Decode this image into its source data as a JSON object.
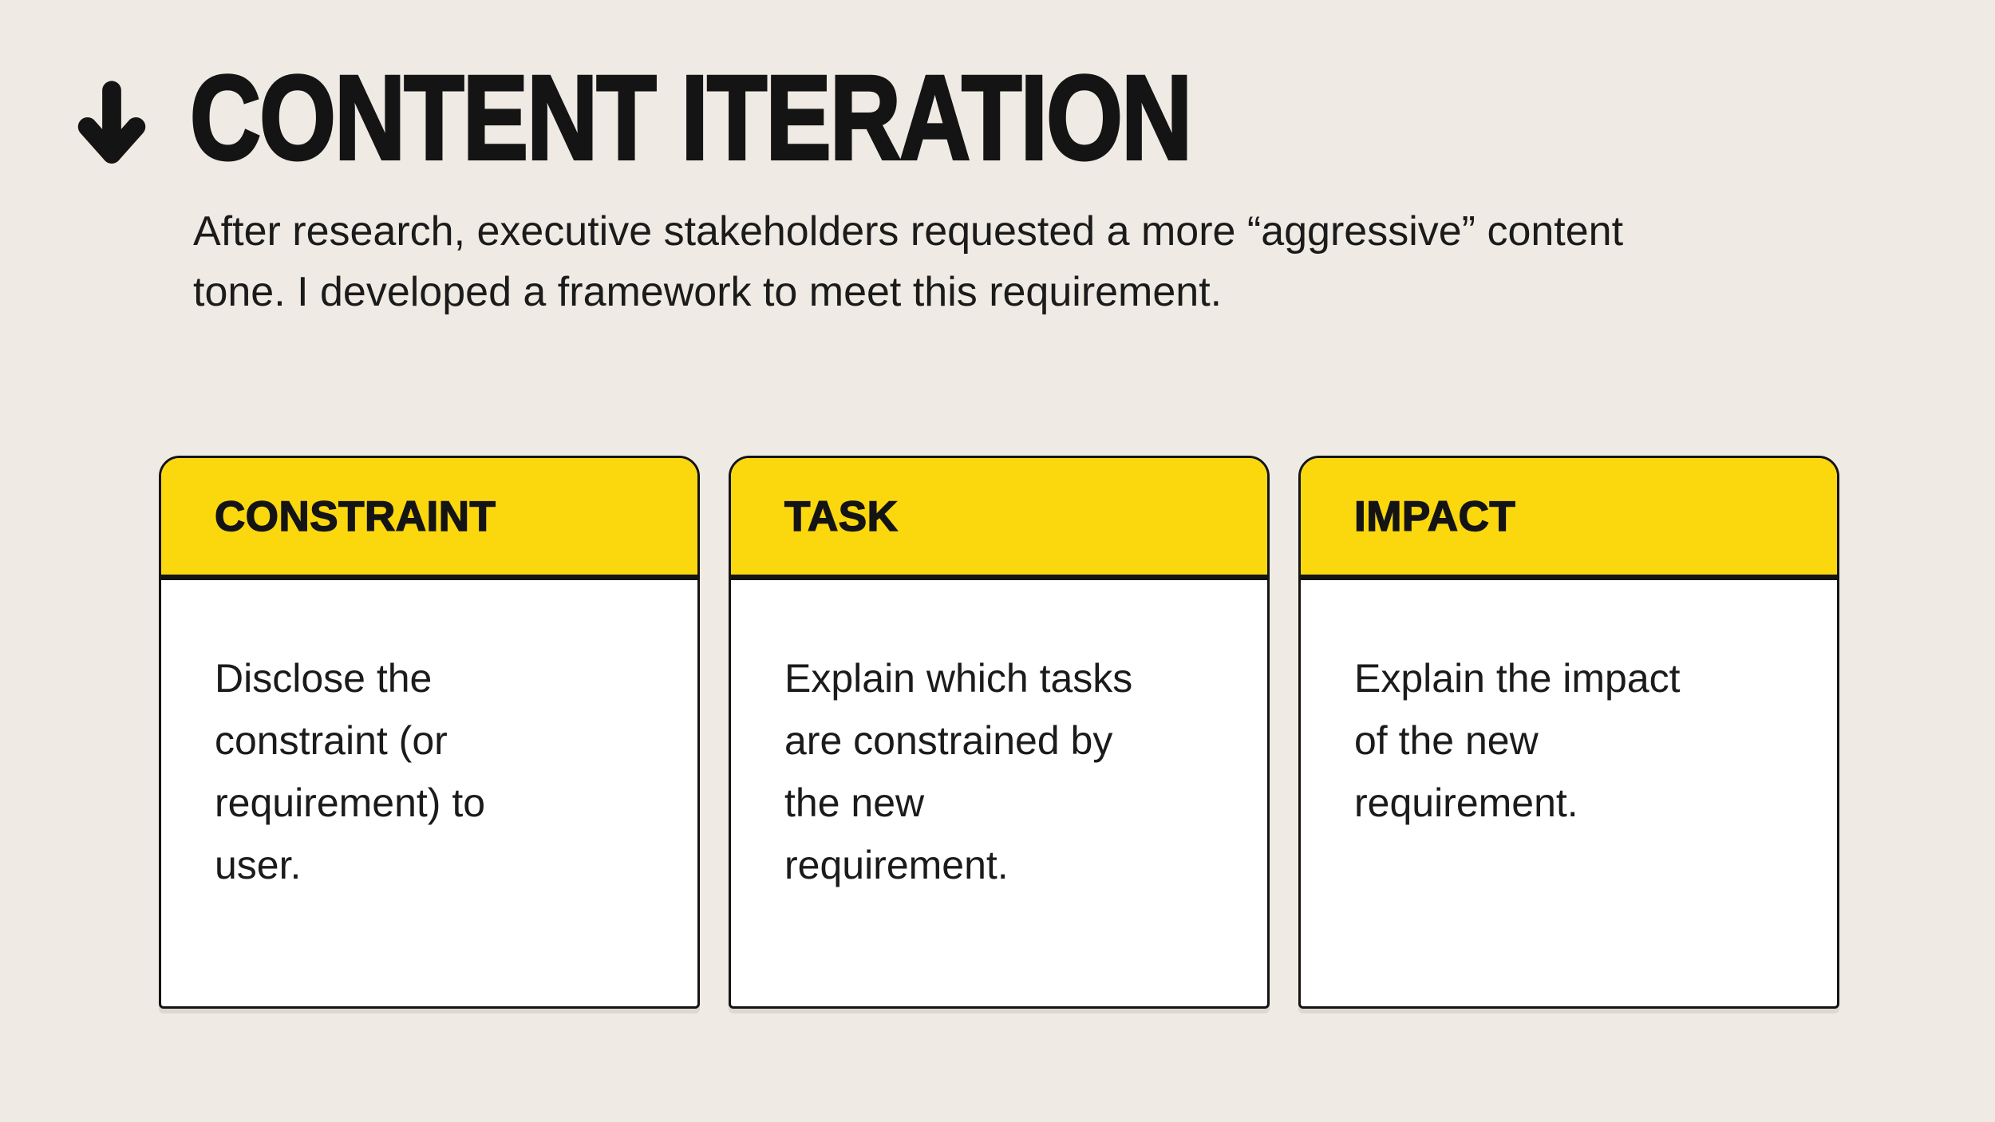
{
  "slide": {
    "colors": {
      "bg": "#EFEAE3",
      "card-yellow": "#FBD70E",
      "ink": "#141414",
      "card-bg": "#FFFFFF"
    }
  },
  "header": {
    "icon": "arrow-down",
    "title": "CONTENT ITERATION",
    "subtitle": "After research, executive stakeholders requested a more “aggressive” content tone. I developed a framework to meet this requirement."
  },
  "cards": [
    {
      "label": "CONSTRAINT",
      "body": "Disclose the constraint (or requirement) to user."
    },
    {
      "label": "TASK",
      "body": "Explain which tasks are constrained by the new requirement."
    },
    {
      "label": "IMPACT",
      "body": "Explain the impact of the new requirement."
    }
  ]
}
